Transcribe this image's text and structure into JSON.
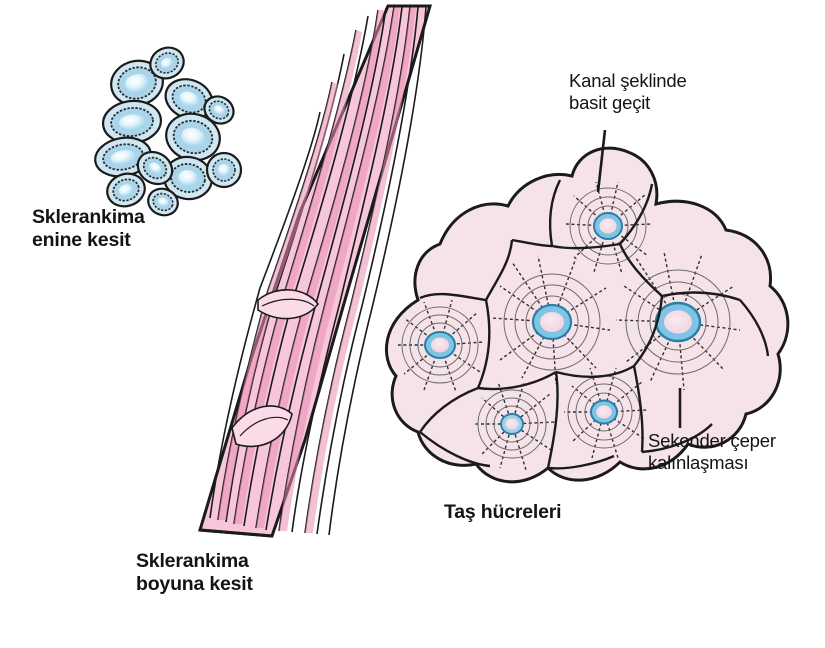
{
  "figure": {
    "title_alt": "Sklerankima dokusu ve taş hücreleri şeması",
    "background_color": "#ffffff",
    "colors": {
      "fiber_pink": "#f3a8c4",
      "fiber_pink_light": "#fbd6e4",
      "cell_blue": "#9fd2ea",
      "cell_blue_light": "#d6ecf7",
      "cell_blue_dark": "#6ab4d8",
      "stone_wall_pink": "#f6e3ea",
      "stone_wall_pink2": "#eed2de",
      "lumen_blue": "#7fc4e4",
      "lumen_core": "#f4dde8",
      "outline": "#1b1b1b"
    }
  },
  "labels": {
    "cross_section": "Sklerankima\nenine kesit",
    "longitudinal_section": "Sklerankima\nboyuna kesit",
    "stone_cells": "Taş hücreleri",
    "pit_canal": "Kanal şeklinde\nbasit geçit",
    "secondary_wall": "Sekonder çeper\nkalınlaşması"
  },
  "diagram_parts": {
    "cross_section_cell_count": 12,
    "stone_cell_count": 6,
    "fiber_strand_count": 9,
    "leader_lines": 2
  }
}
